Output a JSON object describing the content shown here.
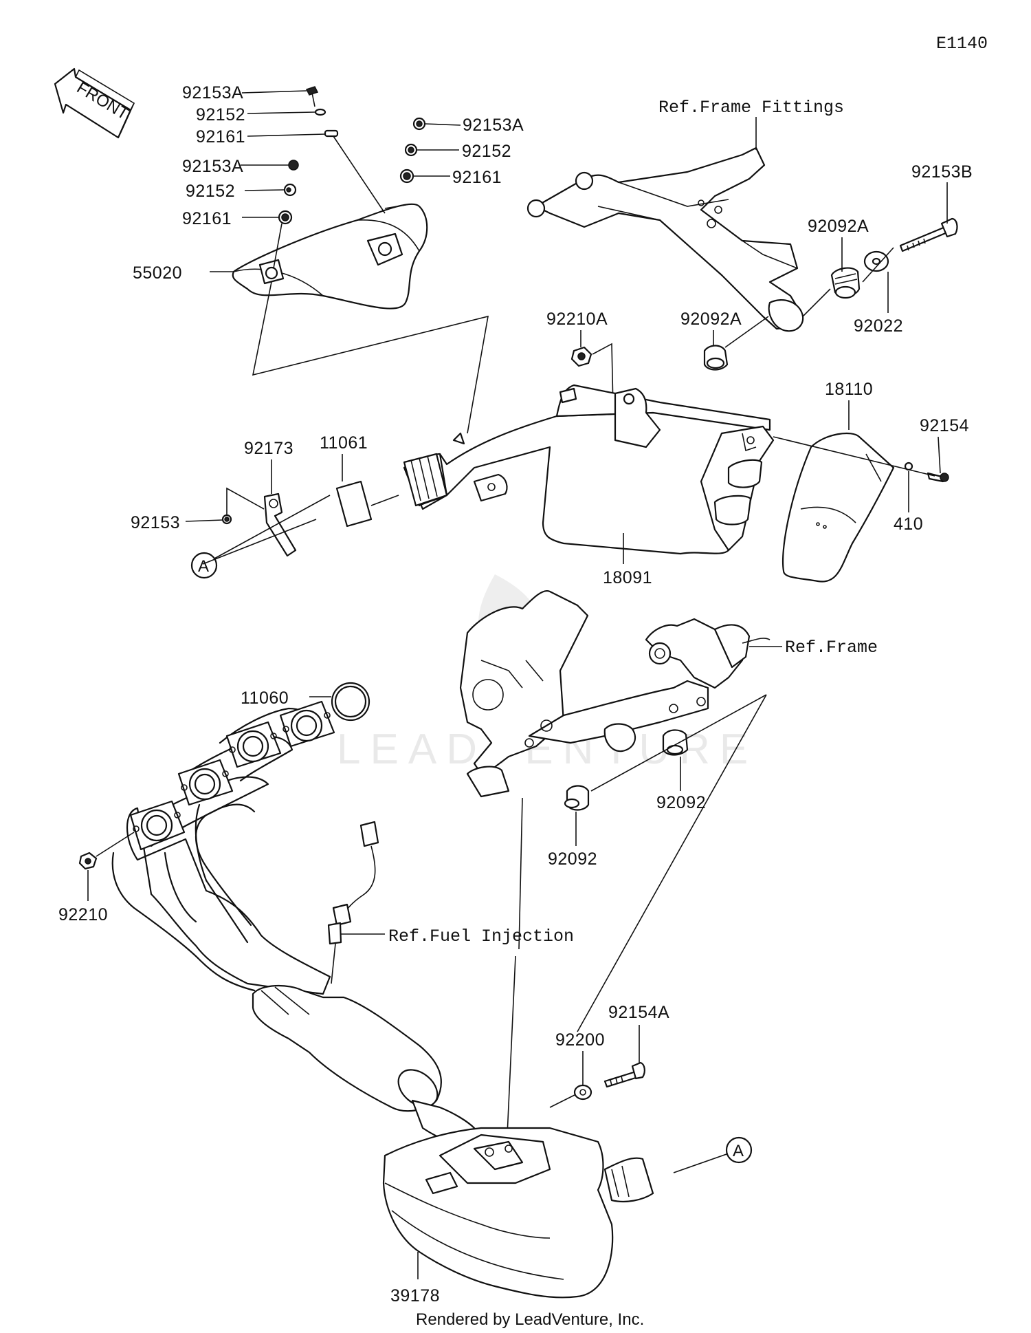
{
  "diagram": {
    "code": "E1140",
    "front_label": "FRONT",
    "watermark": "LEADVENTURE",
    "footer": "Rendered by LeadVenture, Inc.",
    "callout": "A",
    "references": {
      "frame_fittings": "Ref.Frame Fittings",
      "frame": "Ref.Frame",
      "fuel_injection": "Ref.Fuel Injection"
    },
    "parts": {
      "p92153A_1": "92153A",
      "p92152_1": "92152",
      "p92161_1": "92161",
      "p92153A_2": "92153A",
      "p92152_2": "92152",
      "p92161_2": "92161",
      "p92153A_3": "92153A",
      "p92152_3": "92152",
      "p92161_3": "92161",
      "p55020": "55020",
      "p92153B": "92153B",
      "p92092A_1": "92092A",
      "p92092A_2": "92092A",
      "p92210A": "92210A",
      "p92022": "92022",
      "p18110": "18110",
      "p92154": "92154",
      "p410": "410",
      "p92173": "92173",
      "p11061": "11061",
      "p92153": "92153",
      "p18091": "18091",
      "p11060": "11060",
      "p92092_1": "92092",
      "p92092_2": "92092",
      "p92210": "92210",
      "p92154A": "92154A",
      "p92200": "92200",
      "p39178": "39178"
    }
  }
}
